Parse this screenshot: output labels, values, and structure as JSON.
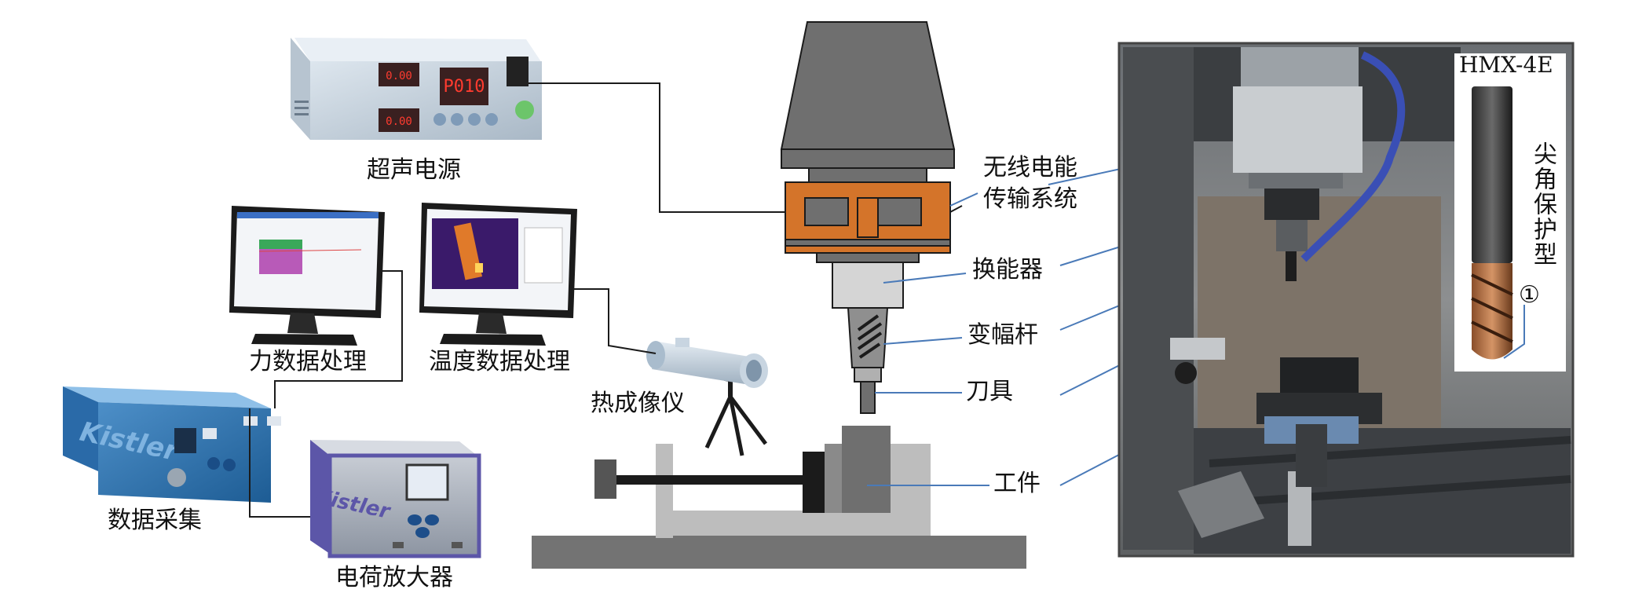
{
  "labels": {
    "ultrasonic_power": "超声电源",
    "force_processing": "力数据处理",
    "temperature_processing": "温度数据处理",
    "data_acquisition": "数据采集",
    "charge_amplifier": "电荷放大器",
    "thermal_imager": "热成像仪",
    "wireless_power_line1": "无线电能",
    "wireless_power_line2": "传输系统",
    "transducer": "换能器",
    "horn": "变幅杆",
    "tool": "刀具",
    "workpiece": "工件"
  },
  "photo": {
    "tool_model": "HMX-4E",
    "tool_type": "尖角保护型",
    "callout_number": "①"
  },
  "devices": {
    "power_display_1": "0.00",
    "power_display_2": "P010",
    "power_display_3": "0.00",
    "daq_brand": "Kistler",
    "amp_brand": "Kistler"
  },
  "colors": {
    "coil_orange": "#d4742a",
    "machine_gray": "#6e6e6e",
    "accent_blue": "#4a7ab8"
  }
}
